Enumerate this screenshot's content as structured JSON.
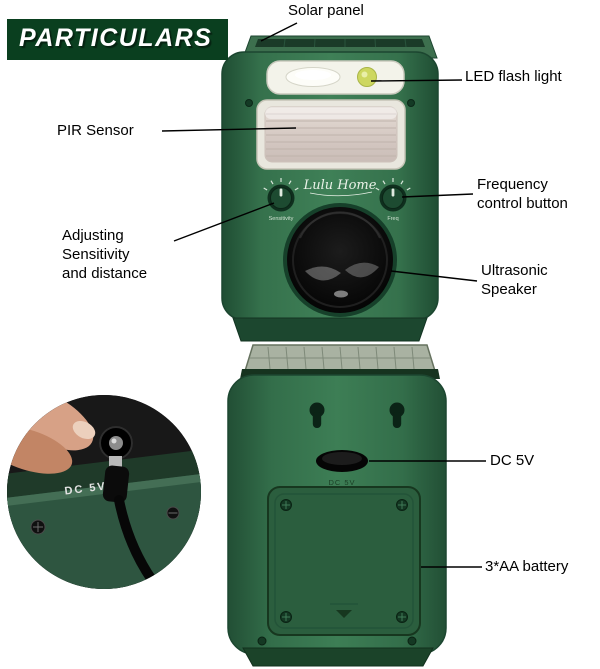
{
  "banner": {
    "title": "PARTICULARS"
  },
  "labels": {
    "solar_panel": "Solar panel",
    "led": "LED flash light",
    "pir": "PIR Sensor",
    "frequency": "Frequency\ncontrol button",
    "sensitivity": "Adjusting\nSensitivity\nand distance",
    "speaker": "Ultrasonic\nSpeaker",
    "dc": "DC 5V",
    "battery": "3*AA battery"
  },
  "device": {
    "brand": "Lulu Home",
    "knob_left": "Sensitivity",
    "knob_right": "Freq",
    "back_marking": "DC 5V",
    "inset_marking": "DC 5V"
  },
  "colors": {
    "banner_bg": "#0a3f1f",
    "device_green": "#3d7e55",
    "device_dark_green": "#1c4630",
    "speaker_black": "#0a0a0a",
    "led_yellow_green": "#cdd760"
  }
}
